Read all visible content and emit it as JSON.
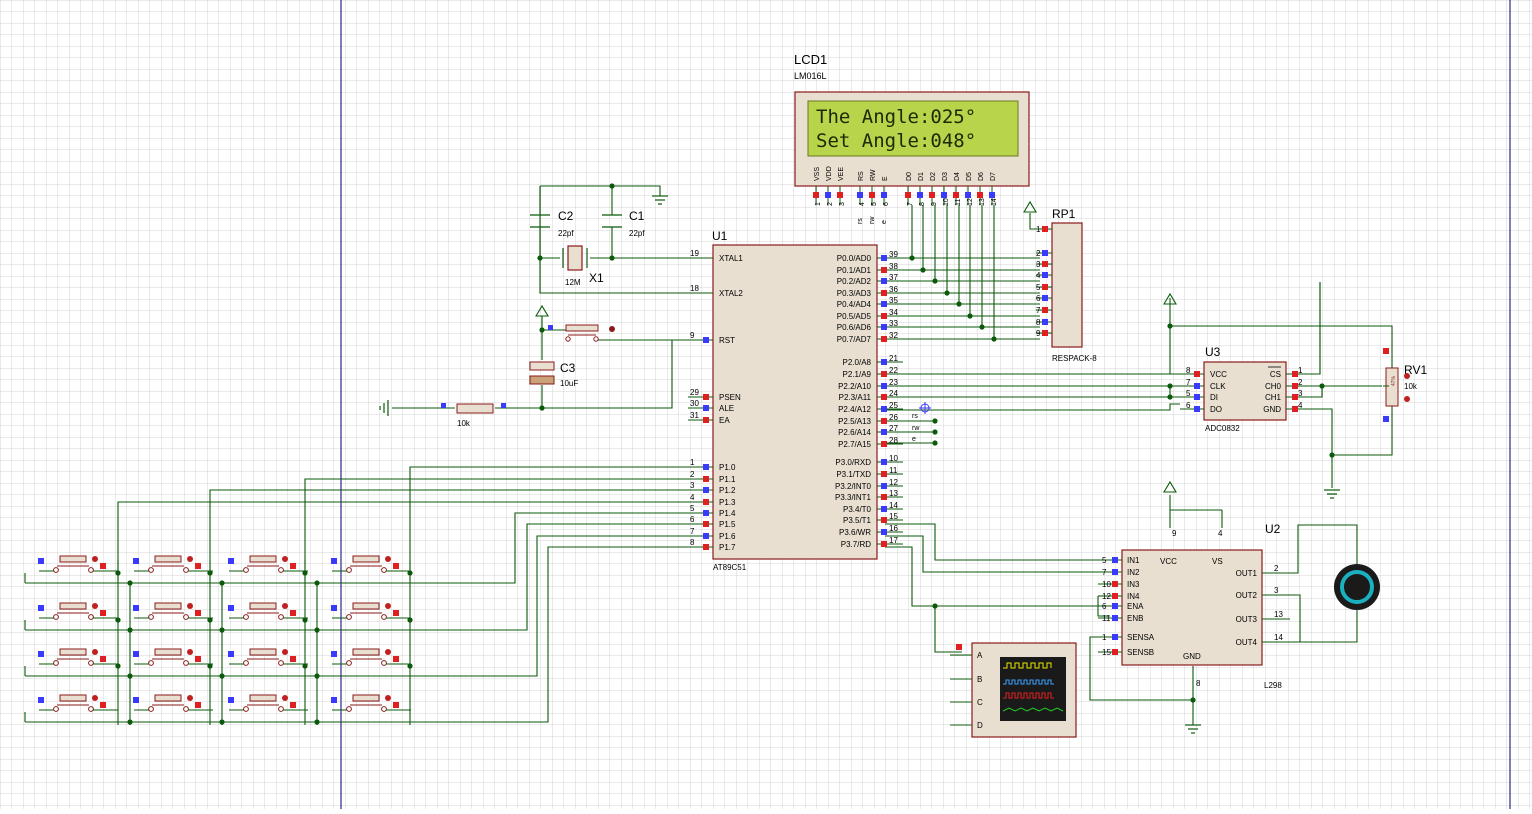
{
  "lcd": {
    "ref": "LCD1",
    "model": "LM016L",
    "line1": "The Angle:025°",
    "line2": "Set Angle:048°",
    "pin_names": [
      "VSS",
      "VDD",
      "VEE",
      "RS",
      "RW",
      "E",
      "D0",
      "D1",
      "D2",
      "D3",
      "D4",
      "D5",
      "D6",
      "D7"
    ],
    "pin_nums": [
      "1",
      "2",
      "3",
      "4",
      "5",
      "6",
      "7",
      "8",
      "9",
      "10",
      "11",
      "12",
      "13",
      "14"
    ],
    "net_labels": [
      "rs",
      "rw",
      "e"
    ]
  },
  "mcu": {
    "ref": "U1",
    "model": "AT89C51",
    "left_pins": [
      {
        "num": "19",
        "name": "XTAL1"
      },
      {
        "num": "18",
        "name": "XTAL2"
      },
      {
        "num": "9",
        "name": "RST"
      },
      {
        "num": "29",
        "name": "PSEN"
      },
      {
        "num": "30",
        "name": "ALE"
      },
      {
        "num": "31",
        "name": "EA"
      },
      {
        "num": "1",
        "name": "P1.0"
      },
      {
        "num": "2",
        "name": "P1.1"
      },
      {
        "num": "3",
        "name": "P1.2"
      },
      {
        "num": "4",
        "name": "P1.3"
      },
      {
        "num": "5",
        "name": "P1.4"
      },
      {
        "num": "6",
        "name": "P1.5"
      },
      {
        "num": "7",
        "name": "P1.6"
      },
      {
        "num": "8",
        "name": "P1.7"
      }
    ],
    "right_pins": [
      {
        "num": "39",
        "name": "P0.0/AD0"
      },
      {
        "num": "38",
        "name": "P0.1/AD1"
      },
      {
        "num": "37",
        "name": "P0.2/AD2"
      },
      {
        "num": "36",
        "name": "P0.3/AD3"
      },
      {
        "num": "35",
        "name": "P0.4/AD4"
      },
      {
        "num": "34",
        "name": "P0.5/AD5"
      },
      {
        "num": "33",
        "name": "P0.6/AD6"
      },
      {
        "num": "32",
        "name": "P0.7/AD7"
      },
      {
        "num": "21",
        "name": "P2.0/A8"
      },
      {
        "num": "22",
        "name": "P2.1/A9"
      },
      {
        "num": "23",
        "name": "P2.2/A10"
      },
      {
        "num": "24",
        "name": "P2.3/A11"
      },
      {
        "num": "25",
        "name": "P2.4/A12"
      },
      {
        "num": "26",
        "name": "P2.5/A13"
      },
      {
        "num": "27",
        "name": "P2.6/A14"
      },
      {
        "num": "28",
        "name": "P2.7/A15"
      },
      {
        "num": "10",
        "name": "P3.0/RXD"
      },
      {
        "num": "11",
        "name": "P3.1/TXD"
      },
      {
        "num": "12",
        "name": "P3.2/INT0"
      },
      {
        "num": "13",
        "name": "P3.3/INT1"
      },
      {
        "num": "14",
        "name": "P3.4/T0"
      },
      {
        "num": "15",
        "name": "P3.5/T1"
      },
      {
        "num": "16",
        "name": "P3.6/WR"
      },
      {
        "num": "17",
        "name": "P3.7/RD"
      }
    ],
    "net_labels": [
      "rs",
      "rw",
      "e"
    ]
  },
  "crystal": {
    "c1_ref": "C1",
    "c1_val": "22pf",
    "c2_ref": "C2",
    "c2_val": "22pf",
    "x_ref": "X1",
    "x_val": "12M"
  },
  "reset": {
    "c3_ref": "C3",
    "c3_val": "10uF",
    "r_val": "10k"
  },
  "rp1": {
    "ref": "RP1",
    "model": "RESPACK-8",
    "pin_nums": [
      "1",
      "2",
      "3",
      "4",
      "5",
      "6",
      "7",
      "8",
      "9"
    ]
  },
  "adc": {
    "ref": "U3",
    "model": "ADC0832",
    "left_pins": [
      {
        "num": "8",
        "name": "VCC"
      },
      {
        "num": "7",
        "name": "CLK"
      },
      {
        "num": "5",
        "name": "DI"
      },
      {
        "num": "6",
        "name": "DO"
      }
    ],
    "right_pins": [
      {
        "num": "1",
        "name": "CS"
      },
      {
        "num": "2",
        "name": "CH0"
      },
      {
        "num": "3",
        "name": "CH1"
      },
      {
        "num": "4",
        "name": "GND"
      }
    ]
  },
  "pot": {
    "ref": "RV1",
    "val": "10k",
    "body_label": "47%"
  },
  "driver": {
    "ref": "U2",
    "model": "L298",
    "left_pins": [
      {
        "num": "5",
        "name": "IN1"
      },
      {
        "num": "7",
        "name": "IN2"
      },
      {
        "num": "10",
        "name": "IN3"
      },
      {
        "num": "12",
        "name": "IN4"
      },
      {
        "num": "6",
        "name": "ENA"
      },
      {
        "num": "11",
        "name": "ENB"
      },
      {
        "num": "1",
        "name": "SENSA"
      },
      {
        "num": "15",
        "name": "SENSB"
      }
    ],
    "right_pins": [
      {
        "num": "2",
        "name": "OUT1"
      },
      {
        "num": "3",
        "name": "OUT2"
      },
      {
        "num": "13",
        "name": "OUT3"
      },
      {
        "num": "14",
        "name": "OUT4"
      }
    ],
    "top_labels": [
      "VCC",
      "VS"
    ],
    "top_nums": [
      "9",
      "4"
    ],
    "bottom_label": "GND",
    "bottom_num": "8"
  },
  "scope": {
    "channels": [
      "A",
      "B",
      "C",
      "D"
    ]
  },
  "colors": {
    "wire": "#0b5a0b",
    "body_fill": "#e8dfd0",
    "body_stroke": "#8b1a1a",
    "lcd_screen": "#b7d44a",
    "pin_blue": "#3a3aff",
    "pin_red": "#e02020",
    "grid": "#d4d4d4",
    "border": "#2a2a8a"
  }
}
